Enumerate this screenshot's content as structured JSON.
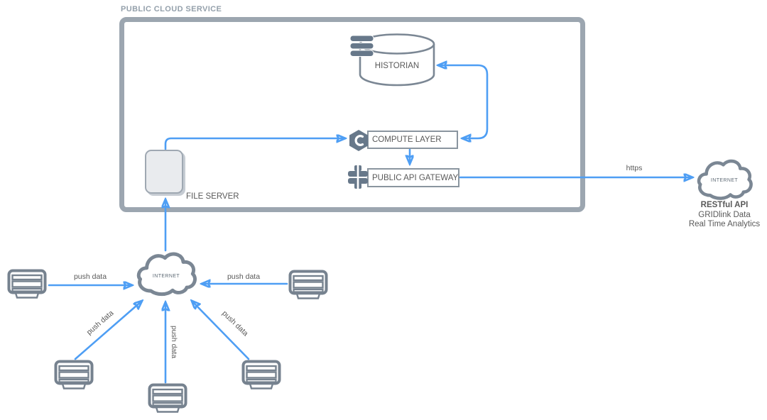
{
  "title": {
    "text": "PUBLIC CLOUD SERVICE"
  },
  "nodes": {
    "historian": {
      "label": "HISTORIAN"
    },
    "compute_layer": {
      "label": "COMPUTE LAYER"
    },
    "api_gateway": {
      "label": "PUBLIC API GATEWAY"
    },
    "file_server": {
      "label": "FILE SERVER"
    },
    "internet_hub": {
      "label": "INTERNET"
    },
    "internet_api": {
      "label": "INTERNET",
      "caption": [
        "RESTful API",
        "GRIDlink Data",
        "Real Time Analytics"
      ]
    }
  },
  "edges": [
    {
      "from": "field-device-left",
      "to": "internet-hub",
      "label": "push data"
    },
    {
      "from": "field-device-right",
      "to": "internet-hub",
      "label": "push data"
    },
    {
      "from": "field-device-lower-left",
      "to": "internet-hub",
      "label": "push data"
    },
    {
      "from": "field-device-bottom",
      "to": "internet-hub",
      "label": "push data"
    },
    {
      "from": "field-device-lower-right",
      "to": "internet-hub",
      "label": "push data"
    },
    {
      "from": "internet-hub",
      "to": "file-server",
      "label": ""
    },
    {
      "from": "file-server",
      "to": "compute-layer",
      "label": ""
    },
    {
      "from": "compute-layer",
      "to": "historian",
      "label": "",
      "bidirectional": true
    },
    {
      "from": "compute-layer",
      "to": "api-gateway",
      "label": ""
    },
    {
      "from": "api-gateway",
      "to": "internet-api",
      "label": "https"
    }
  ],
  "colors": {
    "arrow_blue": "#4E9EF4",
    "shape_outline": "#7B8794",
    "icon_dark": "#67788A",
    "boundary_gray": "#9CA6B0",
    "text_gray": "#595959",
    "title_gray": "#94A0AB",
    "file_server_fill": "#E9EBEE"
  }
}
